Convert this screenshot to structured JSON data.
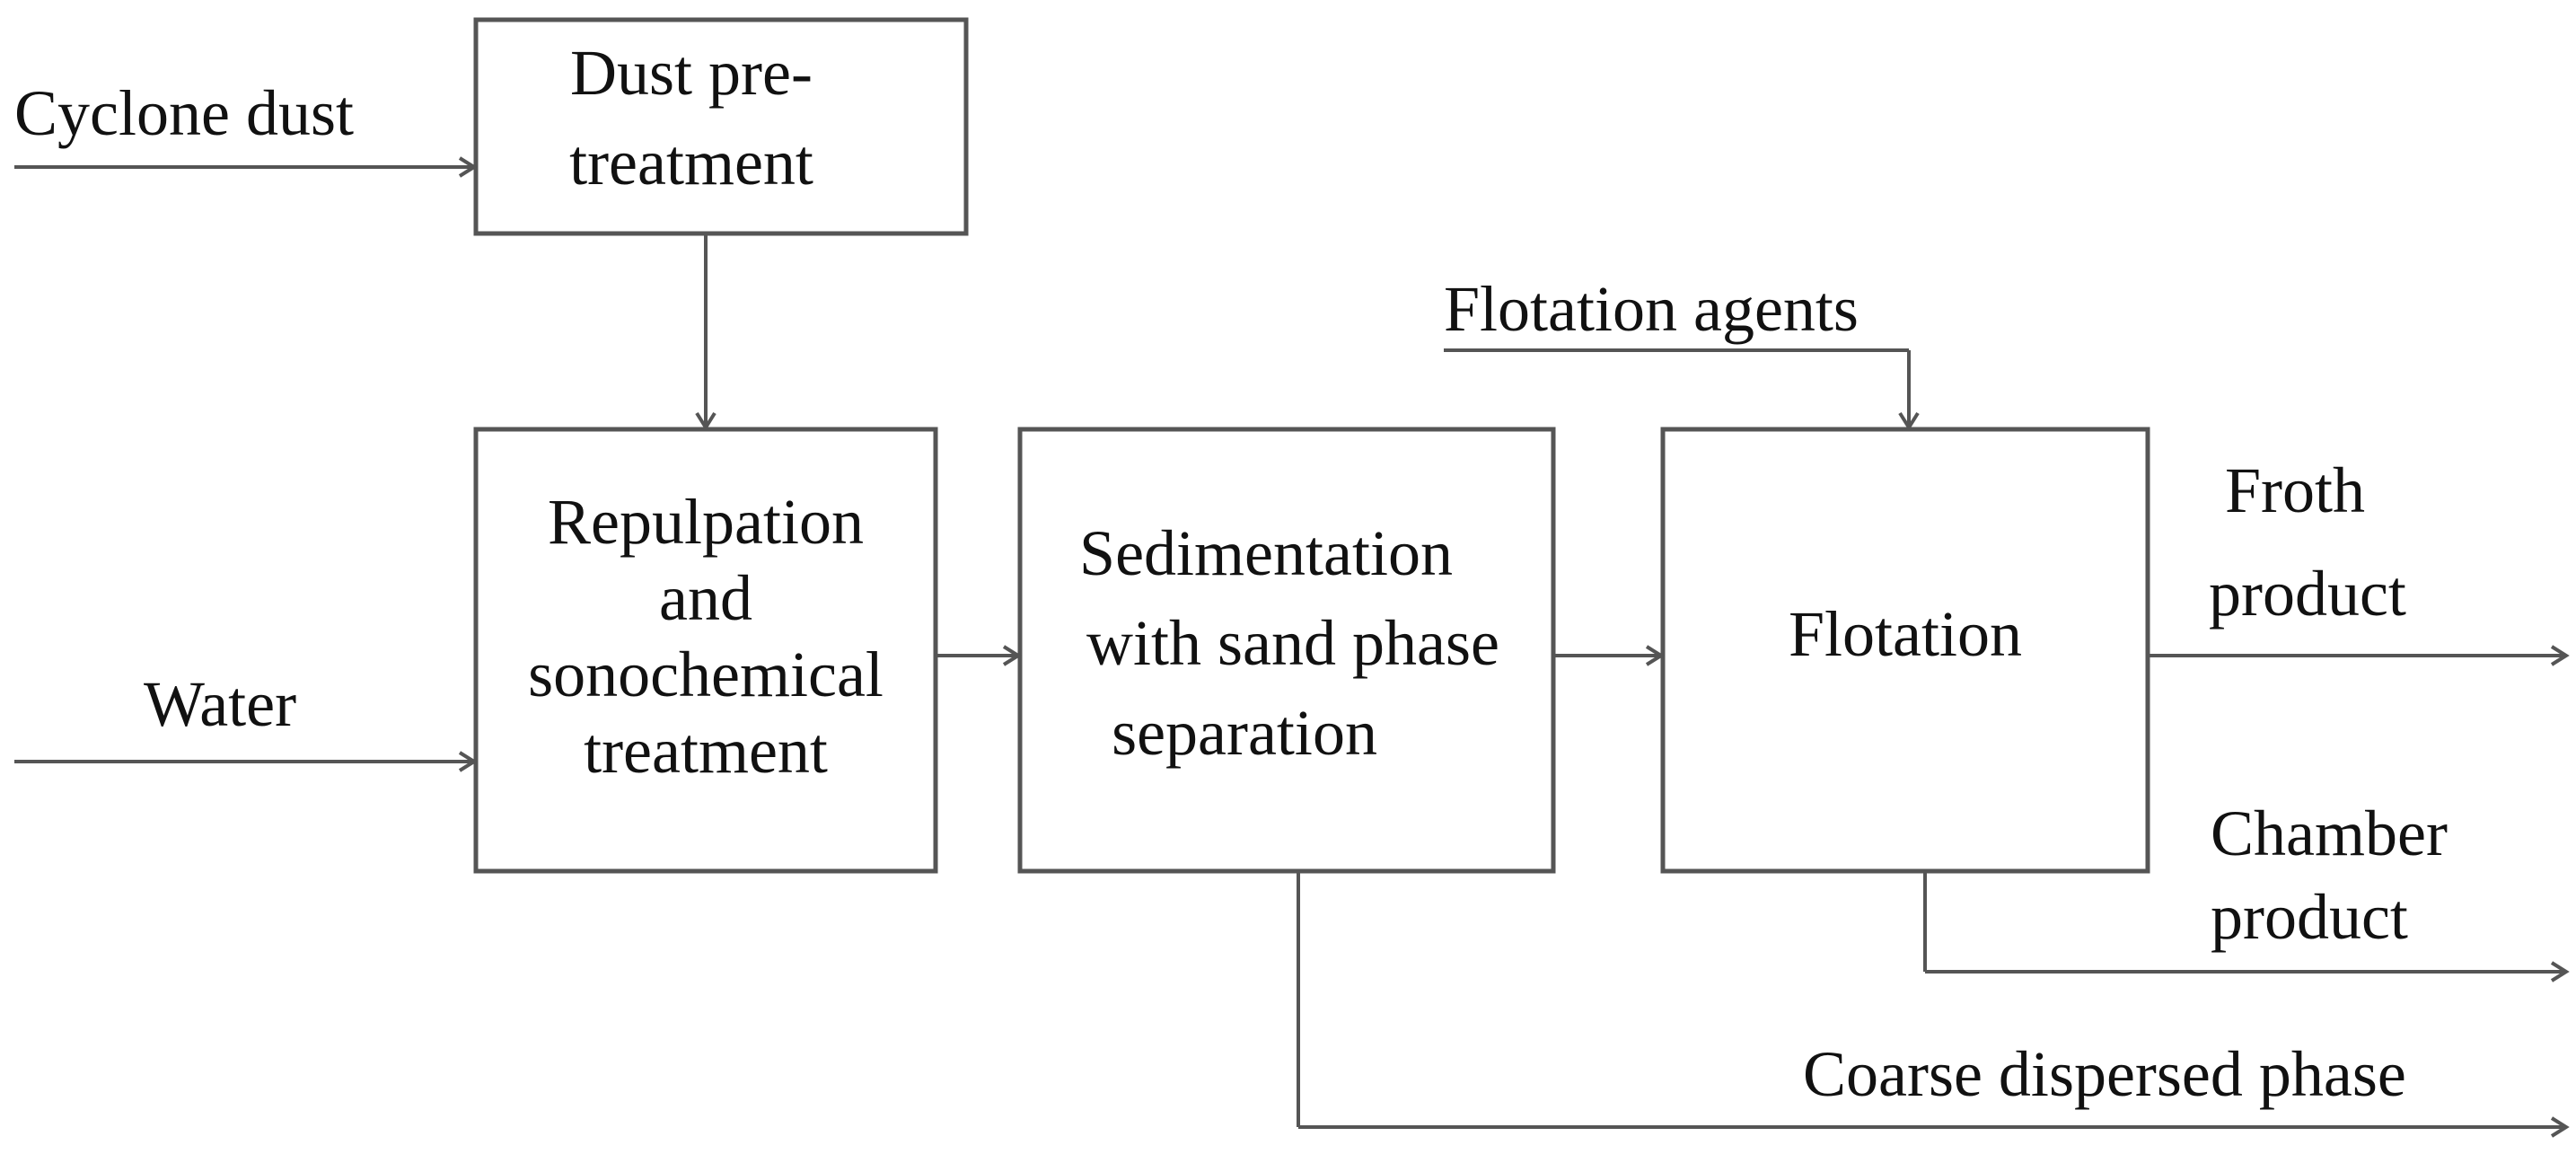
{
  "inputs": {
    "cyclone_dust": "Cyclone dust",
    "water": "Water",
    "flotation_agents": "Flotation agents"
  },
  "boxes": {
    "dust_pretreatment": {
      "line1": "Dust pre-",
      "line2": "treatment"
    },
    "repulpation": {
      "line1": "Repulpation",
      "line2": "and",
      "line3": "sonochemical",
      "line4": "treatment"
    },
    "sedimentation": {
      "line1": "Sedimentation",
      "line2": "with sand phase",
      "line3": "separation"
    },
    "flotation": {
      "line1": "Flotation"
    }
  },
  "outputs": {
    "froth_product": {
      "line1": "Froth",
      "line2": "product"
    },
    "chamber_product": {
      "line1": "Chamber",
      "line2": "product"
    },
    "coarse_dispersed_phase": "Coarse dispersed phase"
  }
}
